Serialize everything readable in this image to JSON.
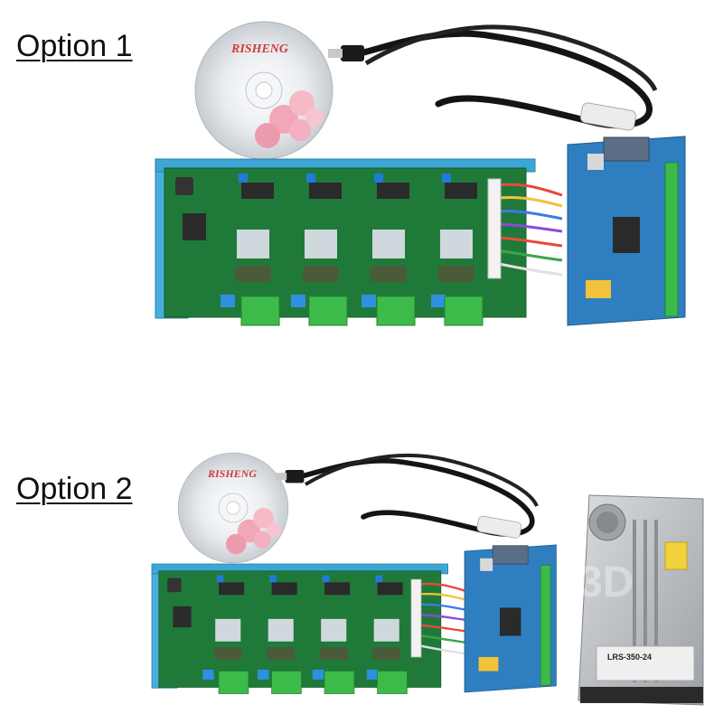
{
  "options": [
    {
      "label": "Option 1"
    },
    {
      "label": "Option 2"
    }
  ],
  "cd": {
    "brand": "RISHENG"
  },
  "psu": {
    "model": "LRS-350-24",
    "watermark": "3D"
  },
  "colors": {
    "heatsink": "#3ea6d6",
    "driver_pcb": "#1f7a3a",
    "breakout_pcb": "#2f7fc0",
    "terminal": "#3dbb4a",
    "psu": "#b9bcc0"
  }
}
